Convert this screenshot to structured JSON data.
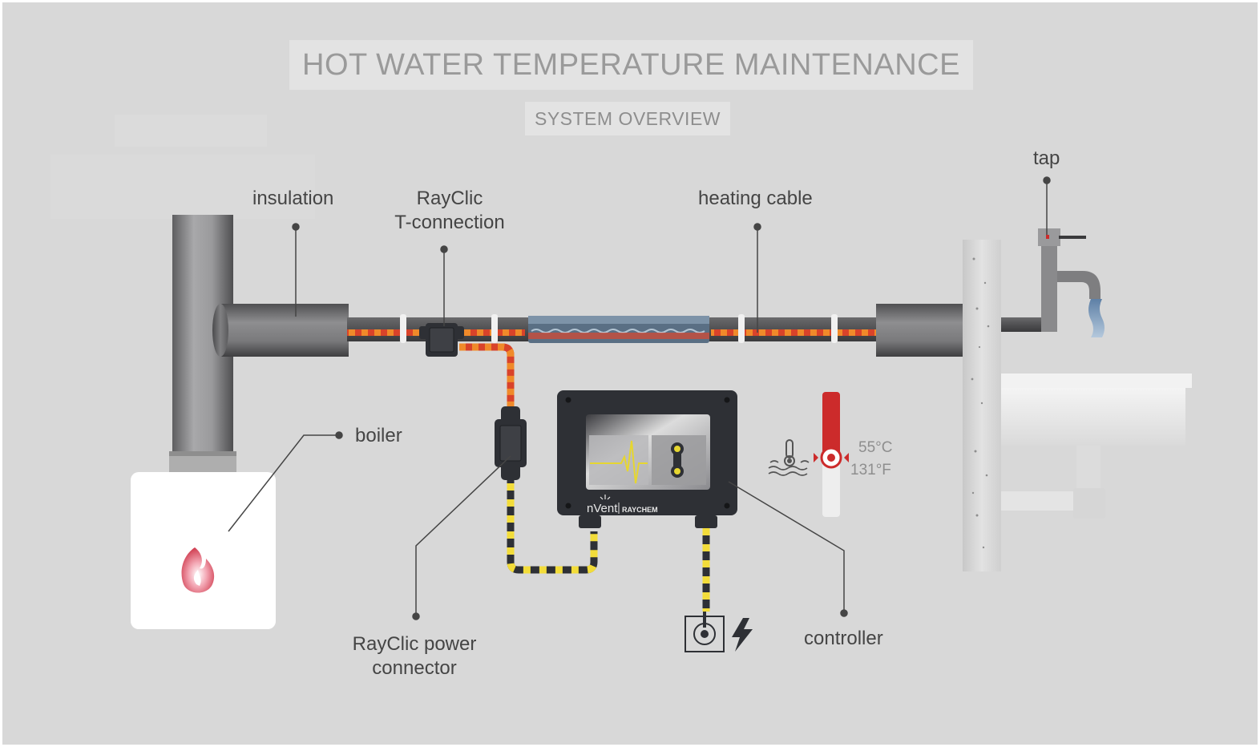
{
  "header": {
    "title": "HOT WATER TEMPERATURE MAINTENANCE",
    "subtitle": "SYSTEM OVERVIEW"
  },
  "labels": {
    "insulation": "insulation",
    "tee_line1": "RayClic",
    "tee_line2": "T-connection",
    "heating_cable": "heating cable",
    "tap": "tap",
    "boiler": "boiler",
    "power_line1": "RayClic power",
    "power_line2": "connector",
    "controller": "controller"
  },
  "controller": {
    "brand": "nVent",
    "sub_brand": "RAYCHEM"
  },
  "temperature": {
    "celsius": "55°C",
    "fahrenheit": "131°F"
  },
  "icons": [
    "flame-icon",
    "lightning-icon",
    "thermometer-water-icon",
    "power-socket-icon"
  ],
  "colors": {
    "background": "#d8d8d8",
    "heating_cable": "#d84a2c",
    "cable_stripe": "#f08a2a",
    "power_cable_yellow": "#f2dc3a",
    "controller_body": "#2e3035",
    "accent_red": "#cc2b2b"
  }
}
